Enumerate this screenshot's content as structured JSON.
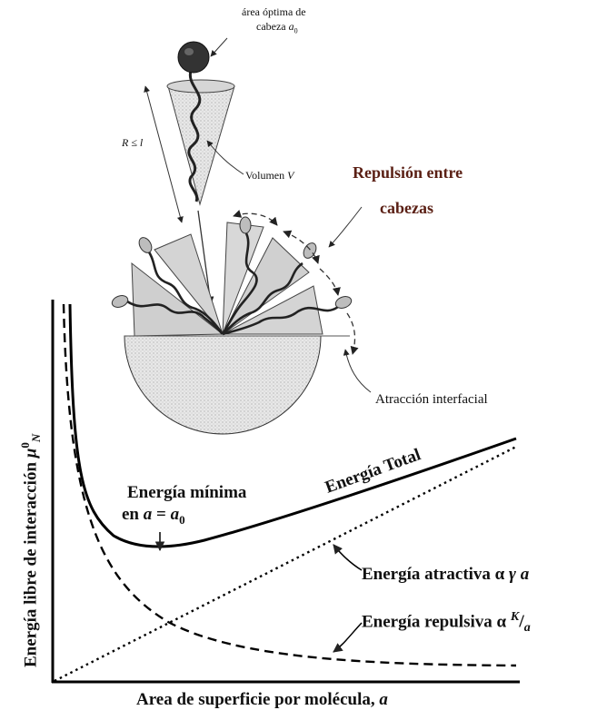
{
  "labels": {
    "optimal_head_area_line1": "área óptima de",
    "optimal_head_area_line2": "cabeza",
    "optimal_head_area_symbol": "a",
    "optimal_head_area_sub": "0",
    "length": "R ≤ l",
    "volume_word": "Volumen",
    "volume_symbol": "V",
    "repulsion_line1": "Repulsión entre",
    "repulsion_line2": "cabezas",
    "interfacial_attraction": "Atracción interfacial",
    "min_energy_line1": "Energía mínima",
    "min_energy_prefix": "en",
    "min_energy_a": "a",
    "min_energy_eq": "=",
    "min_energy_a0": "a",
    "min_energy_a0_sub": "0",
    "total_energy": "Energía Total",
    "attractive_prefix": "Energía atractiva α",
    "attractive_term": "γ a",
    "repulsive_prefix": "Energía repulsiva α",
    "repulsive_K": "K",
    "repulsive_a": "a"
  },
  "axes": {
    "y_label_text": "Energía libre de interacción ",
    "y_label_symbol": "μ",
    "y_label_sup": "0",
    "y_label_sub": "N",
    "x_label_text": "Area de superficie por molécula,",
    "x_label_symbol": "a"
  }
}
